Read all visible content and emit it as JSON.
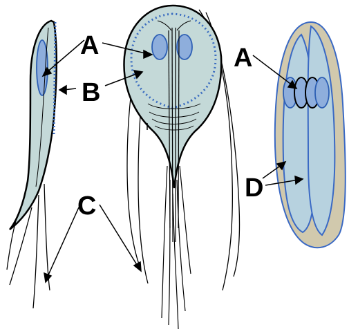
{
  "labels": {
    "a_left": "A",
    "b": "B",
    "c": "C",
    "a_right": "A",
    "d": "D"
  },
  "colors": {
    "body_fill": "#c4d9d8",
    "nucleus_fill": "#8eaedc",
    "nucleus_stroke": "#2d5fb4",
    "dotted_disc": "#3a6cc0",
    "cyst_wall": "#d1c9ad",
    "cyst_inner": "#b7d2df",
    "cyst_stroke": "#3a69c4",
    "outline": "#000000"
  }
}
